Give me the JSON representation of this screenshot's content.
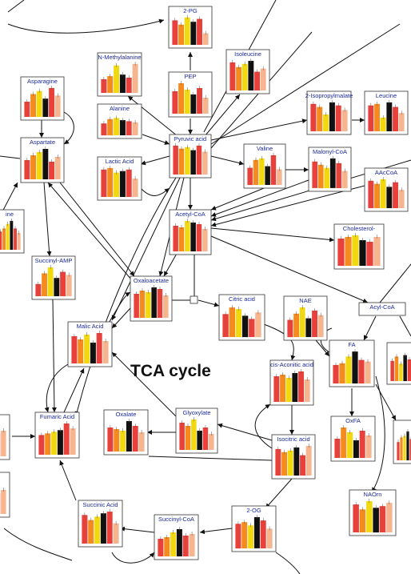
{
  "title": "TCA cycle",
  "colors": {
    "bar_series": [
      "#e8403a",
      "#f58a1f",
      "#f2d80e",
      "#111111",
      "#e8403a",
      "#f6b58e"
    ],
    "label_color": "#1a2a9c",
    "edge_color": "#111111"
  },
  "nodes": [
    {
      "id": "2-PG",
      "label": "2-PG",
      "values": [
        0.85,
        0.7,
        0.95,
        0.8,
        0.9,
        0.4
      ]
    },
    {
      "id": "N-Methylalanine",
      "label": "N-Methylalanine",
      "values": [
        0.45,
        0.55,
        0.9,
        0.6,
        0.5,
        0.95
      ]
    },
    {
      "id": "Isoleucine",
      "label": "Isoleucine",
      "values": [
        0.9,
        0.75,
        0.85,
        0.95,
        0.6,
        0.7
      ]
    },
    {
      "id": "PEP",
      "label": "PEP",
      "values": [
        0.7,
        0.95,
        0.75,
        0.6,
        0.8,
        0.5
      ]
    },
    {
      "id": "Asparagine",
      "label": "Asparagine",
      "values": [
        0.5,
        0.75,
        0.85,
        0.6,
        0.95,
        0.7
      ]
    },
    {
      "id": "Alanine",
      "label": "Alanine",
      "values": [
        0.55,
        0.75,
        0.8,
        0.7,
        0.65,
        0.6
      ]
    },
    {
      "id": "2-Isopropylmalate",
      "label": "2-Isopropylmalate",
      "values": [
        0.9,
        0.8,
        0.55,
        0.95,
        0.85,
        0.7
      ]
    },
    {
      "id": "Leucine",
      "label": "Leucine",
      "values": [
        0.85,
        0.9,
        0.45,
        0.95,
        0.8,
        0.6
      ]
    },
    {
      "id": "Aspartate",
      "label": "Aspartate",
      "values": [
        0.6,
        0.75,
        0.85,
        0.95,
        0.55,
        0.7
      ]
    },
    {
      "id": "Pyruvic acid",
      "label": "Pyruvic acid",
      "values": [
        0.95,
        0.85,
        0.9,
        0.8,
        0.95,
        0.75
      ]
    },
    {
      "id": "Lactic Acid",
      "label": "Lactic Acid",
      "values": [
        0.9,
        0.95,
        0.8,
        0.85,
        0.9,
        0.6
      ]
    },
    {
      "id": "Valine",
      "label": "Valine",
      "values": [
        0.55,
        0.8,
        0.85,
        0.6,
        0.95,
        0.5
      ]
    },
    {
      "id": "Malonyl-CoA",
      "label": "Malonyl-CoA",
      "values": [
        0.85,
        0.75,
        0.65,
        0.95,
        0.8,
        0.55
      ]
    },
    {
      "id": "AAcCoA",
      "label": "AAcCoA",
      "values": [
        0.9,
        0.8,
        0.95,
        0.7,
        0.85,
        0.6
      ]
    },
    {
      "id": "Acetyl-CoA",
      "label": "Acetyl-CoA",
      "values": [
        0.8,
        0.75,
        0.95,
        0.9,
        0.85,
        0.7
      ]
    },
    {
      "id": "Cholesterol",
      "label": "Cholesterol-",
      "values": [
        0.85,
        0.9,
        0.95,
        0.8,
        0.75,
        0.9
      ]
    },
    {
      "id": "Succinyl-AMP",
      "label": "Succinyl-AMP",
      "values": [
        0.4,
        0.75,
        0.95,
        0.6,
        0.8,
        0.7
      ]
    },
    {
      "id": "Oxaloacetate",
      "label": "Oxaloacetate",
      "values": [
        0.75,
        0.85,
        0.8,
        0.95,
        0.9,
        0.7
      ]
    },
    {
      "id": "Citric acid",
      "label": "Citric acid",
      "values": [
        0.7,
        0.9,
        0.85,
        0.65,
        0.55,
        0.75
      ]
    },
    {
      "id": "NAE",
      "label": "NAE",
      "values": [
        0.55,
        0.75,
        0.95,
        0.6,
        0.85,
        0.7
      ]
    },
    {
      "id": "Acyl-CoA",
      "label": "Acyl-CoA",
      "values": []
    },
    {
      "id": "Malic Acid",
      "label": "Malic Acid",
      "values": [
        0.85,
        0.75,
        0.9,
        0.65,
        0.95,
        0.7
      ]
    },
    {
      "id": "cis-Aconitic acid",
      "label": "cis-Aconitic acid",
      "values": [
        0.8,
        0.85,
        0.75,
        0.9,
        0.95,
        0.7
      ]
    },
    {
      "id": "FA",
      "label": "FA",
      "values": [
        0.55,
        0.6,
        0.8,
        0.95,
        0.7,
        0.65
      ]
    },
    {
      "id": "Fumaric Acid",
      "label": "Fumaric Acid",
      "values": [
        0.6,
        0.65,
        0.7,
        0.75,
        0.95,
        0.8
      ]
    },
    {
      "id": "Oxalate",
      "label": "Oxalate",
      "values": [
        0.75,
        0.7,
        0.65,
        0.95,
        0.8,
        0.6
      ]
    },
    {
      "id": "Glyoxylate",
      "label": "Glyoxylate",
      "values": [
        0.85,
        0.75,
        0.95,
        0.6,
        0.7,
        0.5
      ]
    },
    {
      "id": "OxFA",
      "label": "OxFA",
      "values": [
        0.6,
        0.95,
        0.8,
        0.55,
        0.85,
        0.7
      ]
    },
    {
      "id": "Isocitric acid",
      "label": "Isocitric acid",
      "values": [
        0.85,
        0.75,
        0.8,
        0.9,
        0.65,
        0.95
      ]
    },
    {
      "id": "Succinic Acid",
      "label": "Succinic Acid",
      "values": [
        0.85,
        0.7,
        0.8,
        0.9,
        0.95,
        0.6
      ]
    },
    {
      "id": "Succinyl-CoA",
      "label": "Succinyl-CoA",
      "values": [
        0.55,
        0.6,
        0.75,
        0.85,
        0.65,
        0.7
      ]
    },
    {
      "id": "2-OG",
      "label": "2-OG",
      "values": [
        0.75,
        0.8,
        0.7,
        0.95,
        0.85,
        0.6
      ]
    },
    {
      "id": "NAOrn",
      "label": "NAOrn",
      "values": [
        0.85,
        0.7,
        0.95,
        0.75,
        0.8,
        0.9
      ]
    },
    {
      "id": "edge-left-ine",
      "label": "ine",
      "values": [
        0.6,
        0.7,
        0.85,
        0.95,
        0.7,
        0.55
      ]
    },
    {
      "id": "edge-left-1",
      "label": "",
      "values": [
        0.5,
        0.6,
        0.75,
        0.65,
        0.7,
        0.8
      ]
    },
    {
      "id": "edge-left-2",
      "label": "",
      "values": [
        0.45,
        0.55,
        0.6,
        0.7,
        0.65,
        0.75
      ]
    },
    {
      "id": "edge-right-1",
      "label": "",
      "values": [
        0.7,
        0.85,
        0.6,
        0.9,
        0.75,
        0.65
      ]
    },
    {
      "id": "edge-right-2",
      "label": "",
      "values": [
        0.6,
        0.75,
        0.8,
        0.95,
        0.7,
        0.85
      ]
    }
  ]
}
